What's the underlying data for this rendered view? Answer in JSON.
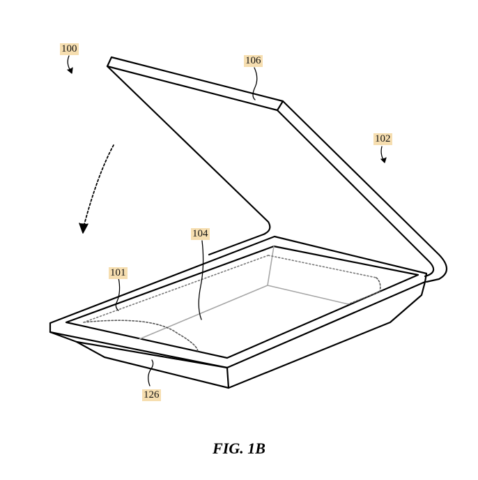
{
  "figure": {
    "caption": "FIG. 1B",
    "label_highlight_color": "#f6deb0",
    "line_color": "#000000",
    "interior_line_color": "#a6a6a6",
    "reference_numerals": {
      "device": "100",
      "hinge_cover": "102",
      "display_interior": "104",
      "lid_edge": "106",
      "inner_rim": "101",
      "base_edge": "126"
    }
  }
}
